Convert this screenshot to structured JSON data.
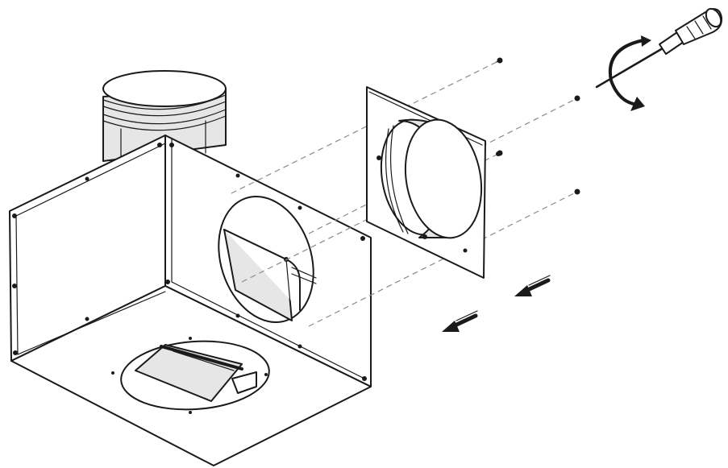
{
  "diagram": {
    "colors": {
      "line": "#1a1a1a",
      "dash": "#8a8a8a",
      "shade": "#e6e6e6",
      "background": "#ffffff"
    },
    "parts": [
      "duct-collar",
      "plenum-box",
      "circular-side-opening",
      "bottom-opening",
      "adapter-flange-plate",
      "round-spigot",
      "screws",
      "screwdriver",
      "rotation-arrow",
      "direction-arrows"
    ],
    "screw_count": 4,
    "direction_arrow_count": 2
  }
}
